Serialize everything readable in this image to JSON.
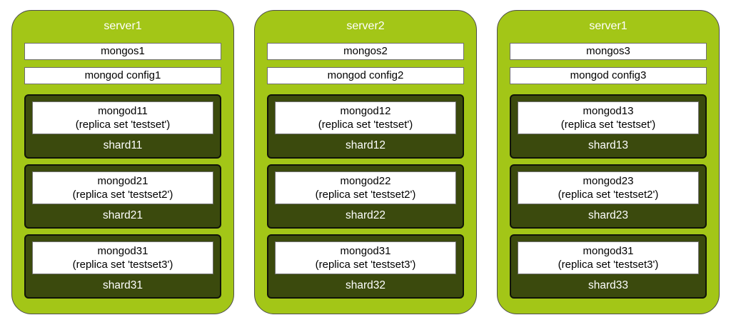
{
  "colors": {
    "card_green": "#a3c617",
    "dark_green": "#3b4a0d",
    "card_border": "#4d4d4d",
    "box_border": "#6e6e6e",
    "title_text": "#ffffff",
    "node_text": "#000000"
  },
  "servers": [
    {
      "title": "server1",
      "mongos": "mongos1",
      "config": "mongod config1",
      "shards": [
        {
          "node": "mongod11",
          "replica": "(replica set 'testset')",
          "shard": "shard11"
        },
        {
          "node": "mongod21",
          "replica": "(replica set 'testset2')",
          "shard": "shard21"
        },
        {
          "node": "mongod31",
          "replica": "(replica set 'testset3')",
          "shard": "shard31"
        }
      ]
    },
    {
      "title": "server2",
      "mongos": "mongos2",
      "config": "mongod config2",
      "shards": [
        {
          "node": "mongod12",
          "replica": "(replica set 'testset')",
          "shard": "shard12"
        },
        {
          "node": "mongod22",
          "replica": "(replica set 'testset2')",
          "shard": "shard22"
        },
        {
          "node": "mongod31",
          "replica": "(replica set 'testset3')",
          "shard": "shard32"
        }
      ]
    },
    {
      "title": "server1",
      "mongos": "mongos3",
      "config": "mongod config3",
      "shards": [
        {
          "node": "mongod13",
          "replica": "(replica set 'testset')",
          "shard": "shard13"
        },
        {
          "node": "mongod23",
          "replica": "(replica set 'testset2')",
          "shard": "shard23"
        },
        {
          "node": "mongod31",
          "replica": "(replica set 'testset3')",
          "shard": "shard33"
        }
      ]
    }
  ]
}
